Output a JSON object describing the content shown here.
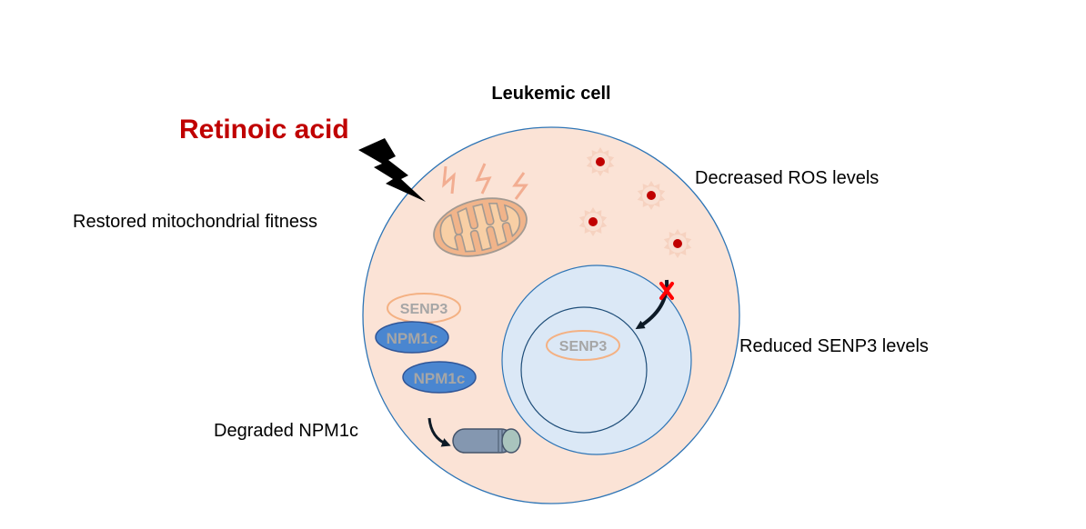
{
  "diagram": {
    "title": "Leukemic cell",
    "treatment": {
      "label": "Retinoic acid",
      "color": "#c00000"
    },
    "annotations": {
      "mitochondria": "Restored mitochondrial fitness",
      "ros": "Decreased ROS levels",
      "senp3": "Reduced SENP3 levels",
      "npm1c": "Degraded NPM1c"
    },
    "proteins": {
      "cytoplasmic_senp3": "SENP3",
      "npm1c_bound": "NPM1c",
      "npm1c_free": "NPM1c",
      "nuclear_senp3": "SENP3"
    },
    "colors": {
      "cell_fill": "#fbe3d6",
      "cell_stroke": "#2e75b6",
      "nucleus_fill": "#dbe8f6",
      "npm1c_fill": "#4a86d0",
      "senp3_stroke": "#f4b183",
      "ros_dot": "#c00000",
      "blocked_mark": "#ff0000",
      "proteasome_fill": "#8497b0"
    },
    "ros_particle_count": 4
  }
}
